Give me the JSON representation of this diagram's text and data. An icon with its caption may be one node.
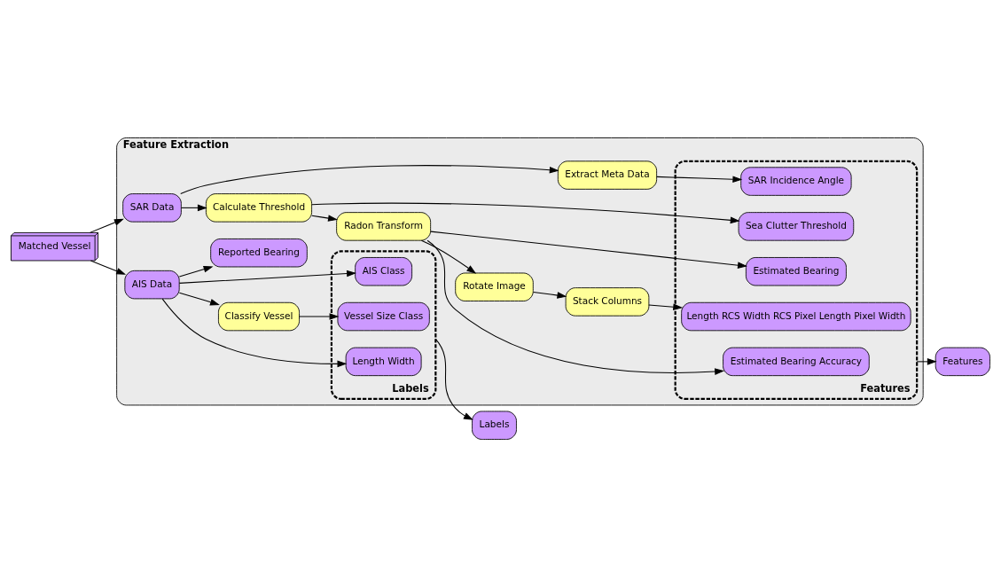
{
  "diagram": {
    "nodes": [
      {
        "text": [
          "Matched Vessel"
        ]
      },
      {
        "text": [
          "Feature Extraction"
        ]
      },
      {
        "text": [
          "AIS Data"
        ],
        "in": 1
      },
      {
        "text": [
          "Classify Vessel"
        ],
        "in": 1
      },
      {
        "text": [
          "Reported Bearing"
        ],
        "in": 1
      },
      {
        "text": [
          "Labels"
        ],
        "in": 1
      },
      {
        "text": [
          "AIS Class"
        ],
        "in": 5
      },
      {
        "text": [
          "Length Width"
        ],
        "in": 5
      },
      {
        "text": [
          "Vessel Size Class"
        ],
        "in": 5
      },
      {
        "text": [
          "SAR Data"
        ],
        "in": 1
      },
      {
        "text": [
          "Calculate Threshold"
        ],
        "in": 1
      },
      {
        "text": [
          "Radon Transform"
        ],
        "in": 1
      },
      {
        "text": [
          "Rotate Image"
        ],
        "in": 1
      },
      {
        "text": [
          "Stack Columns"
        ],
        "in": 1
      },
      {
        "text": [
          "Extract Meta Data"
        ],
        "in": 1
      },
      {
        "text": [
          "Features"
        ],
        "in": 1
      },
      {
        "text": [
          "Sea Clutter Threshold"
        ],
        "in": 15
      },
      {
        "text": [
          "Estimated Bearing"
        ],
        "in": 15
      },
      {
        "text": [
          "Length RCS Width RCS Pixel Length Pixel Width"
        ],
        "in": 15
      },
      {
        "text": [
          "SAR Incidence Angle"
        ],
        "in": 15
      },
      {
        "text": [
          "Estimated Bearing Accuracy"
        ],
        "in": 15
      },
      {
        "text": [
          "Labels"
        ]
      },
      {
        "text": [
          "Features"
        ]
      }
    ],
    "edges": [
      {
        "from": 0,
        "to": 2,
        "arrow": "to"
      },
      {
        "from": 0,
        "to": 9,
        "arrow": "to"
      },
      {
        "from": 2,
        "to": 3,
        "arrow": "to"
      },
      {
        "from": 2,
        "to": 4,
        "arrow": "to"
      },
      {
        "from": 2,
        "to": 6,
        "arrow": "to"
      },
      {
        "from": 2,
        "to": 7,
        "arrow": "to"
      },
      {
        "from": 3,
        "to": 8,
        "arrow": "to"
      },
      {
        "from": 5,
        "to": 21,
        "arrow": "to"
      },
      {
        "from": 9,
        "to": 10,
        "arrow": "to"
      },
      {
        "from": 10,
        "to": 11,
        "arrow": "to"
      },
      {
        "from": 11,
        "to": 12,
        "arrow": "to"
      },
      {
        "from": 12,
        "to": 13,
        "arrow": "to"
      },
      {
        "from": 9,
        "to": 14,
        "arrow": "to"
      },
      {
        "from": 10,
        "to": 16,
        "arrow": "to"
      },
      {
        "from": 11,
        "to": 17,
        "arrow": "to"
      },
      {
        "from": 11,
        "to": 20,
        "arrow": "to"
      },
      {
        "from": 13,
        "to": 18,
        "arrow": "to"
      },
      {
        "from": 14,
        "to": 19,
        "arrow": "to"
      },
      {
        "from": 15,
        "to": 22,
        "arrow": "to"
      }
    ]
  }
}
